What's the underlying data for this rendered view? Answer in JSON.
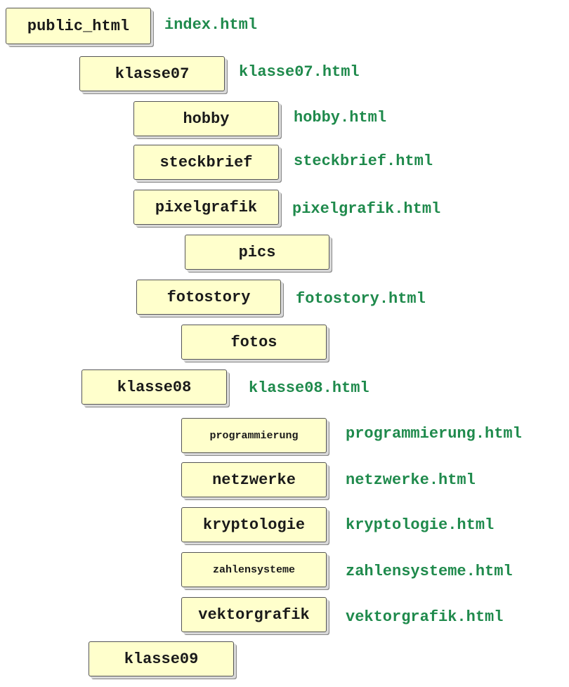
{
  "colors": {
    "folder_fill": "#ffffcc",
    "folder_border": "#555555",
    "folder_text": "#1a1a1a",
    "file_text": "#1f8a4c"
  },
  "tree": [
    {
      "folder": "public_html",
      "file": "index.html"
    },
    {
      "folder": "klasse07",
      "file": "klasse07.html"
    },
    {
      "folder": "hobby",
      "file": "hobby.html"
    },
    {
      "folder": "steckbrief",
      "file": "steckbrief.html"
    },
    {
      "folder": "pixelgrafik",
      "file": "pixelgrafik.html"
    },
    {
      "folder": "pics",
      "file": ""
    },
    {
      "folder": "fotostory",
      "file": "fotostory.html"
    },
    {
      "folder": "fotos",
      "file": ""
    },
    {
      "folder": "klasse08",
      "file": "klasse08.html"
    },
    {
      "folder": "programmierung",
      "file": "programmierung.html"
    },
    {
      "folder": "netzwerke",
      "file": "netzwerke.html"
    },
    {
      "folder": "kryptologie",
      "file": "kryptologie.html"
    },
    {
      "folder": "zahlensysteme",
      "file": "zahlensysteme.html"
    },
    {
      "folder": "vektorgrafik",
      "file": "vektorgrafik.html"
    },
    {
      "folder": "klasse09",
      "file": ""
    }
  ]
}
